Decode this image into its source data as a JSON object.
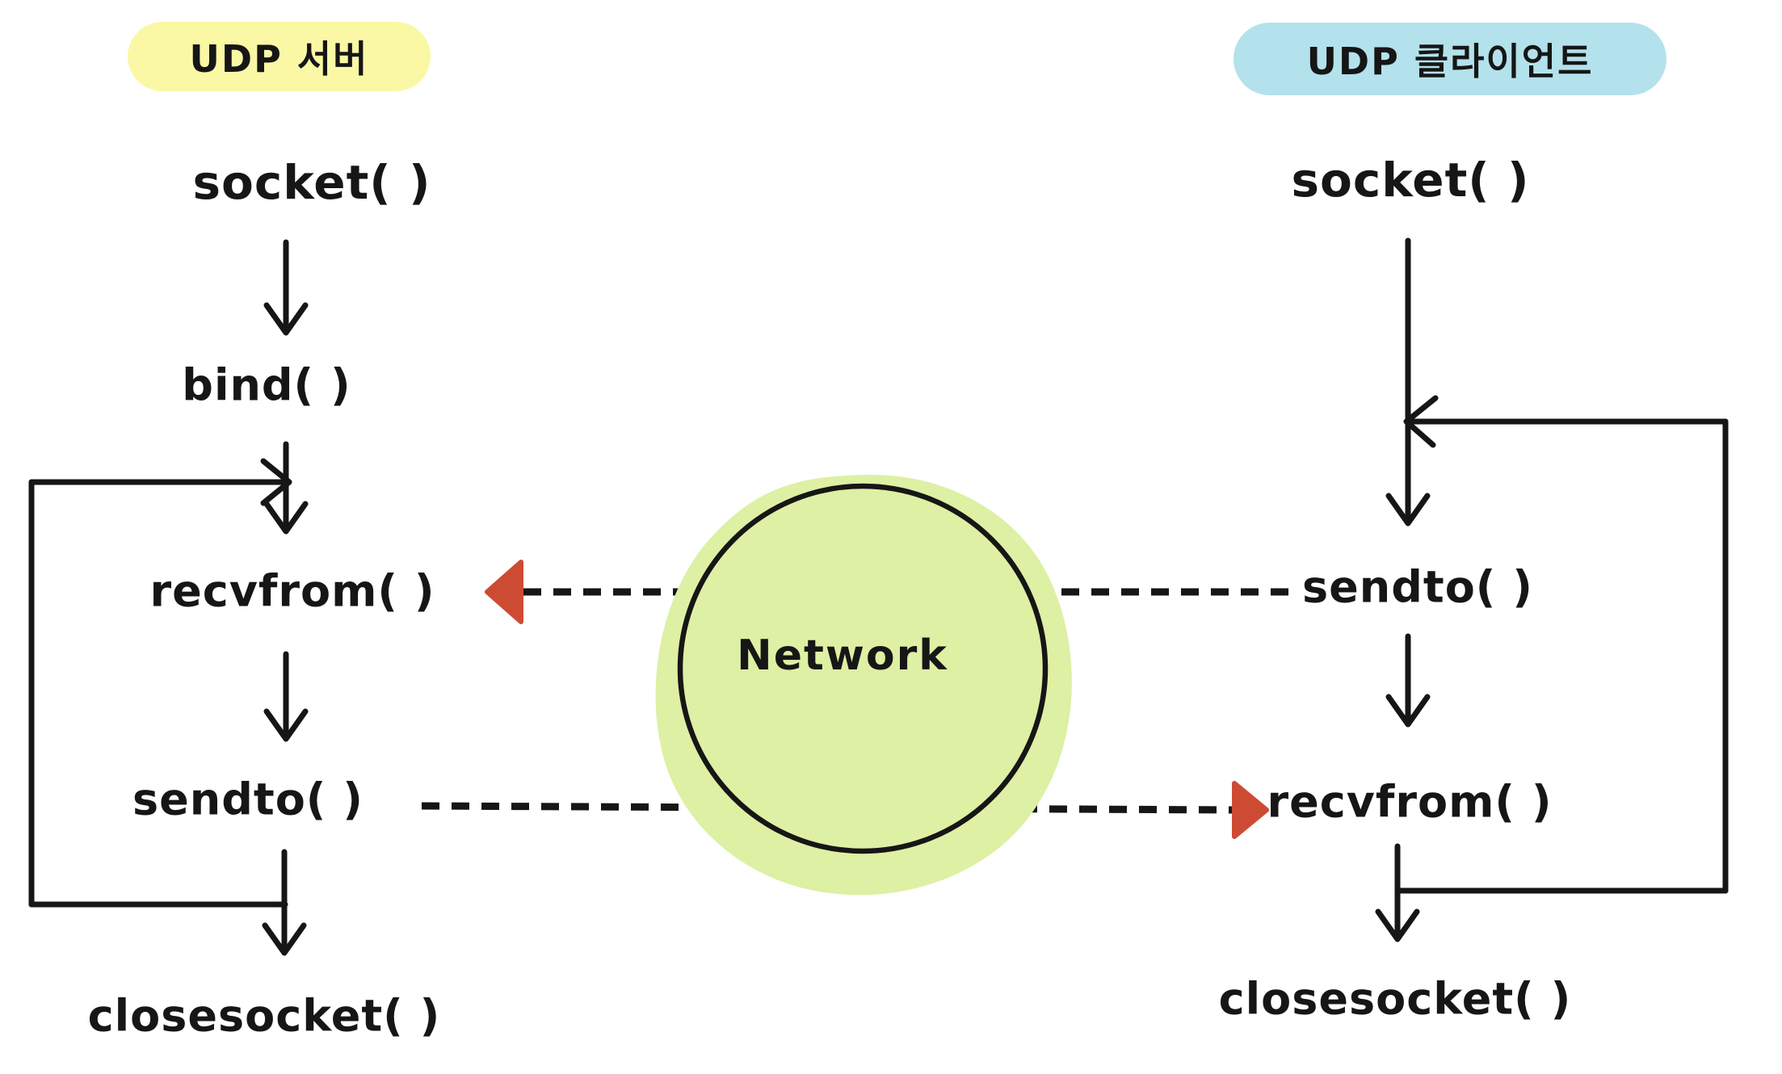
{
  "server": {
    "title": "UDP 서버",
    "steps": {
      "socket": "socket( )",
      "bind": "bind( )",
      "recvfrom": "recvfrom( )",
      "sendto": "sendto( )",
      "closesocket": "closesocket( )"
    }
  },
  "client": {
    "title": "UDP 클라이언트",
    "steps": {
      "socket": "socket( )",
      "sendto": "sendto( )",
      "recvfrom": "recvfrom( )",
      "closesocket": "closesocket( )"
    }
  },
  "network": {
    "label": "Network"
  },
  "colors": {
    "server_pill": "#FAF8A5",
    "client_pill": "#B3E2EC",
    "network_fill": "#DDF0A4",
    "red_arrow": "#CE4B33",
    "ink": "#161616"
  }
}
